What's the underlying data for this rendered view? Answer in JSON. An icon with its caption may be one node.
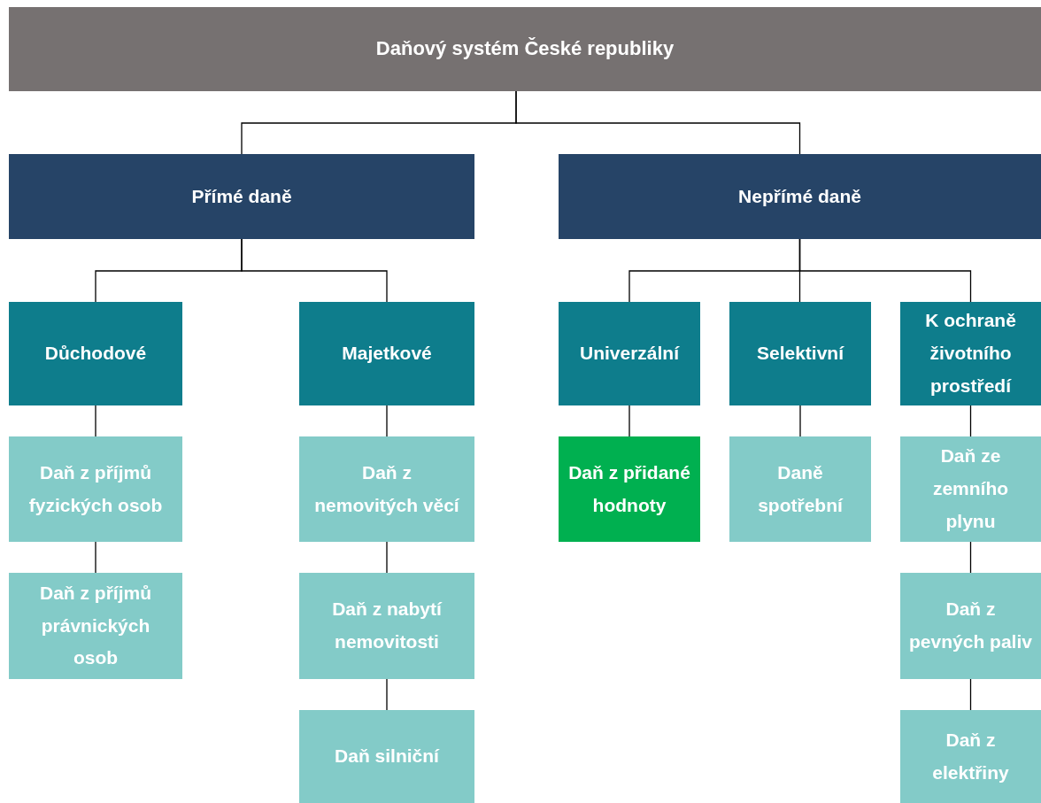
{
  "diagram": {
    "nodes": [
      {
        "text": [
          "Daňový systém České republiky"
        ]
      },
      {
        "text": [
          "Přímé daně"
        ]
      },
      {
        "text": [
          "Nepřímé daně"
        ]
      },
      {
        "text": [
          "Důchodové"
        ]
      },
      {
        "text": [
          "Majetkové"
        ]
      },
      {
        "text": [
          "Univerzální"
        ]
      },
      {
        "text": [
          "Selektivní"
        ]
      },
      {
        "text": [
          "K ochraně životního prostředí"
        ]
      },
      {
        "text": [
          "Daň z příjmů fyzických osob"
        ]
      },
      {
        "text": [
          "Daň z nemovitých věcí"
        ]
      },
      {
        "text": [
          "Daň z přidané hodnoty"
        ]
      },
      {
        "text": [
          "Daně spotřební"
        ]
      },
      {
        "text": [
          "Daň ze zemního plynu"
        ]
      },
      {
        "text": [
          "Daň z příjmů právnických osob"
        ]
      },
      {
        "text": [
          "Daň z nabytí nemovitosti"
        ]
      },
      {
        "text": [
          "Daň z pevných paliv"
        ]
      },
      {
        "text": [
          "Daň silniční"
        ]
      },
      {
        "text": [
          "Daň z elektřiny"
        ]
      }
    ],
    "edges": [
      {
        "from": 0,
        "to": 1,
        "arrow": "none"
      },
      {
        "from": 0,
        "to": 2,
        "arrow": "none"
      },
      {
        "from": 1,
        "to": 3,
        "arrow": "none"
      },
      {
        "from": 1,
        "to": 4,
        "arrow": "none"
      },
      {
        "from": 2,
        "to": 5,
        "arrow": "none"
      },
      {
        "from": 2,
        "to": 6,
        "arrow": "none"
      },
      {
        "from": 2,
        "to": 7,
        "arrow": "none"
      },
      {
        "from": 3,
        "to": 8,
        "arrow": "none"
      },
      {
        "from": 8,
        "to": 13,
        "arrow": "none"
      },
      {
        "from": 4,
        "to": 9,
        "arrow": "none"
      },
      {
        "from": 9,
        "to": 14,
        "arrow": "none"
      },
      {
        "from": 14,
        "to": 16,
        "arrow": "none"
      },
      {
        "from": 5,
        "to": 10,
        "arrow": "none"
      },
      {
        "from": 6,
        "to": 11,
        "arrow": "none"
      },
      {
        "from": 7,
        "to": 12,
        "arrow": "none"
      },
      {
        "from": 12,
        "to": 15,
        "arrow": "none"
      },
      {
        "from": 15,
        "to": 17,
        "arrow": "none"
      }
    ]
  }
}
